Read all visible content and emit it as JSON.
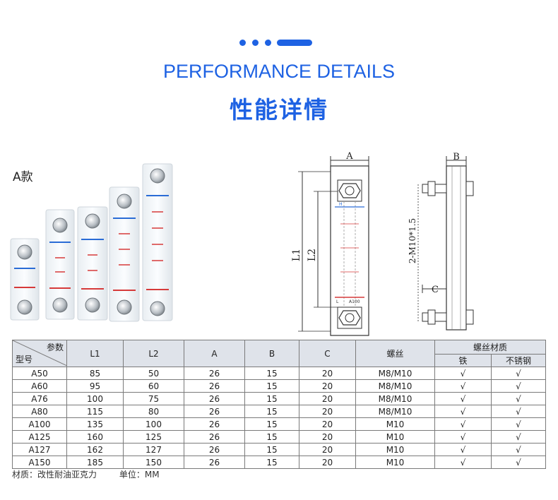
{
  "header": {
    "title_en": "PERFORMANCE DETAILS",
    "title_cn": "性能详情",
    "accent": "#1e62e3"
  },
  "model_label": "A款",
  "drawing": {
    "front_labels": {
      "a": "A",
      "l1": "L1",
      "l2": "L2",
      "h": "H",
      "l": "L",
      "model": "A100"
    },
    "side_labels": {
      "b": "B",
      "c": "C",
      "thread": "2-M10*1.5"
    }
  },
  "table": {
    "corner_top": "参数",
    "corner_bottom": "型号",
    "columns": [
      "L1",
      "L2",
      "A",
      "B",
      "C",
      "螺丝"
    ],
    "material_group": "螺丝材质",
    "material_sub": [
      "铁",
      "不锈钢"
    ],
    "rows": [
      {
        "model": "A50",
        "l1": "85",
        "l2": "50",
        "a": "26",
        "b": "15",
        "c": "20",
        "screw": "M8/M10",
        "iron": "√",
        "steel": "√"
      },
      {
        "model": "A60",
        "l1": "95",
        "l2": "60",
        "a": "26",
        "b": "15",
        "c": "20",
        "screw": "M8/M10",
        "iron": "√",
        "steel": "√"
      },
      {
        "model": "A76",
        "l1": "100",
        "l2": "75",
        "a": "26",
        "b": "15",
        "c": "20",
        "screw": "M8/M10",
        "iron": "√",
        "steel": "√"
      },
      {
        "model": "A80",
        "l1": "115",
        "l2": "80",
        "a": "26",
        "b": "15",
        "c": "20",
        "screw": "M8/M10",
        "iron": "√",
        "steel": "√"
      },
      {
        "model": "A100",
        "l1": "135",
        "l2": "100",
        "a": "26",
        "b": "15",
        "c": "20",
        "screw": "M10",
        "iron": "√",
        "steel": "√"
      },
      {
        "model": "A125",
        "l1": "160",
        "l2": "125",
        "a": "26",
        "b": "15",
        "c": "20",
        "screw": "M10",
        "iron": "√",
        "steel": "√"
      },
      {
        "model": "A127",
        "l1": "162",
        "l2": "127",
        "a": "26",
        "b": "15",
        "c": "20",
        "screw": "M10",
        "iron": "√",
        "steel": "√"
      },
      {
        "model": "A150",
        "l1": "185",
        "l2": "150",
        "a": "26",
        "b": "15",
        "c": "20",
        "screw": "M10",
        "iron": "√",
        "steel": "√"
      }
    ]
  },
  "footer": {
    "material": "材质：改性耐油亚克力",
    "unit": "单位：MM"
  }
}
